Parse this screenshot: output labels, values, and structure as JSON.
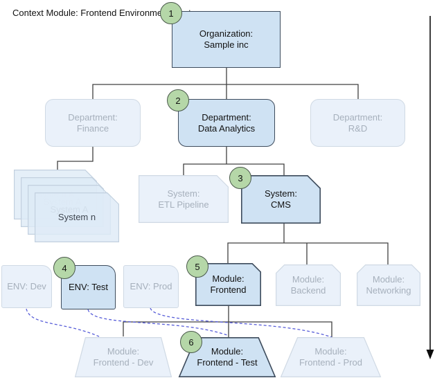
{
  "context": {
    "line1": "Context",
    "line2": "Module: Frontend",
    "line3": "Environment: Test"
  },
  "nodes": {
    "organization": {
      "line1": "Organization:",
      "line2": "Sample inc",
      "badge": "1"
    },
    "dept_finance": {
      "line1": "Department:",
      "line2": "Finance"
    },
    "dept_data_analytics": {
      "line1": "Department:",
      "line2": "Data Analytics",
      "badge": "2"
    },
    "dept_rnd": {
      "line1": "Department:",
      "line2": "R&D"
    },
    "system_stack": {
      "labels": [
        "System A",
        "System A",
        "System A",
        "System n"
      ]
    },
    "system_etl": {
      "line1": "System:",
      "line2": "ETL Pipeline"
    },
    "system_cms": {
      "line1": "System:",
      "line2": "CMS",
      "badge": "3"
    },
    "env_dev": {
      "label": "ENV: Dev"
    },
    "env_test": {
      "label": "ENV: Test",
      "badge": "4"
    },
    "env_prod": {
      "label": "ENV: Prod"
    },
    "module_frontend": {
      "line1": "Module:",
      "line2": "Frontend",
      "badge": "5"
    },
    "module_backend": {
      "line1": "Module:",
      "line2": "Backend"
    },
    "module_networking": {
      "line1": "Module:",
      "line2": "Networking"
    },
    "module_frontend_dev": {
      "line1": "Module:",
      "line2": "Frontend - Dev"
    },
    "module_frontend_test": {
      "line1": "Module:",
      "line2": "Frontend - Test",
      "badge": "6"
    },
    "module_frontend_prod": {
      "line1": "Module:",
      "line2": "Frontend - Prod"
    }
  },
  "colors": {
    "highlight_fill": "#cfe2f3",
    "highlight_border": "#3d4b5c",
    "faded_fill": "#eaf1fa",
    "faded_border": "#cfd9e4",
    "faded_text": "#a6b0bc",
    "badge_green": "#b5d7a8",
    "connector": "#404040",
    "dashed_link": "#565cd8"
  }
}
